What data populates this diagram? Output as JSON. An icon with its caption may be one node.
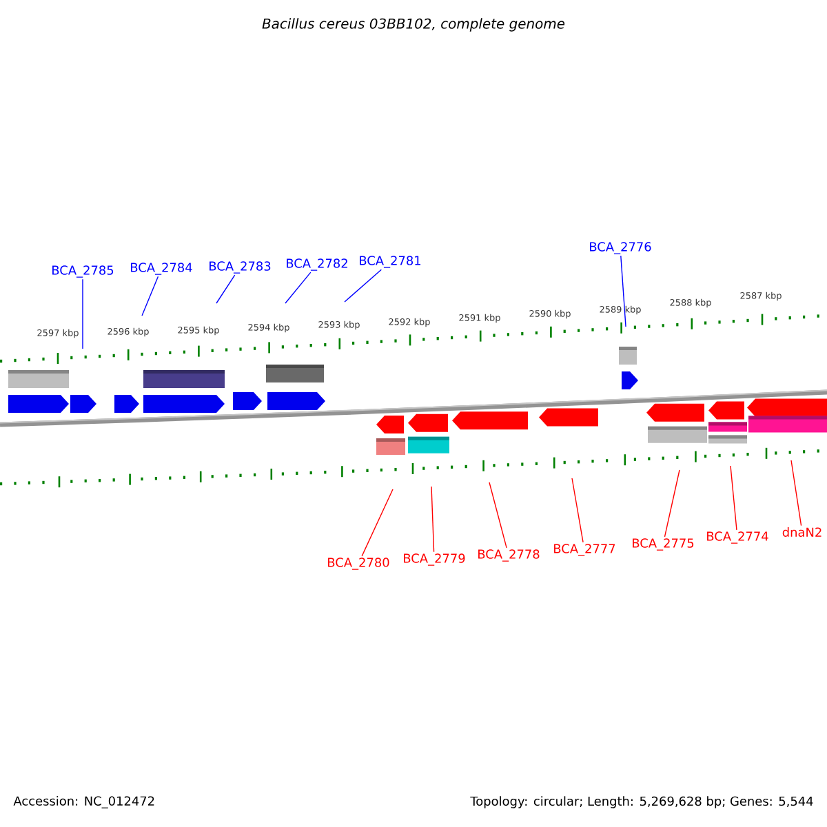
{
  "diagram": {
    "title": "Bacillus cereus 03BB102, complete genome",
    "nodes": [
      {
        "text": [
          "BCA_2785"
        ]
      },
      {
        "text": [
          "BCA_2784"
        ]
      },
      {
        "text": [
          "BCA_2783"
        ]
      },
      {
        "text": [
          "BCA_2782"
        ]
      },
      {
        "text": [
          "BCA_2781"
        ]
      },
      {
        "text": [
          "BCA_2776"
        ]
      },
      {
        "text": [
          "BCA_2780"
        ]
      },
      {
        "text": [
          "BCA_2779"
        ]
      },
      {
        "text": [
          "BCA_2778"
        ]
      },
      {
        "text": [
          "BCA_2777"
        ]
      },
      {
        "text": [
          "BCA_2775"
        ]
      },
      {
        "text": [
          "BCA_2774"
        ]
      },
      {
        "text": [
          "dnaN2"
        ]
      }
    ],
    "edges": [
      {
        "from": 0,
        "to": null,
        "arrow": "none",
        "color": "#0000ff"
      },
      {
        "from": 1,
        "to": null,
        "arrow": "none",
        "color": "#0000ff"
      },
      {
        "from": 2,
        "to": null,
        "arrow": "none",
        "color": "#0000ff"
      },
      {
        "from": 3,
        "to": null,
        "arrow": "none",
        "color": "#0000ff"
      },
      {
        "from": 4,
        "to": null,
        "arrow": "none",
        "color": "#0000ff"
      },
      {
        "from": 5,
        "to": null,
        "arrow": "none",
        "color": "#0000ff"
      },
      {
        "from": 6,
        "to": null,
        "arrow": "none",
        "color": "#ff0000"
      },
      {
        "from": 7,
        "to": null,
        "arrow": "none",
        "color": "#ff0000"
      },
      {
        "from": 8,
        "to": null,
        "arrow": "none",
        "color": "#ff0000"
      },
      {
        "from": 9,
        "to": null,
        "arrow": "none",
        "color": "#ff0000"
      },
      {
        "from": 10,
        "to": null,
        "arrow": "none",
        "color": "#ff0000"
      },
      {
        "from": 11,
        "to": null,
        "arrow": "none",
        "color": "#ff0000"
      },
      {
        "from": 12,
        "to": null,
        "arrow": "none",
        "color": "#ff0000"
      }
    ],
    "labels": [
      "2597 kbp",
      "2596 kbp",
      "2595 kbp",
      "2594 kbp",
      "2593 kbp",
      "2592 kbp",
      "2591 kbp",
      "2590 kbp",
      "2589 kbp",
      "2588 kbp",
      "2587 kbp",
      "Accession: NC_012472",
      "Topology: circular; Length: 5,269,628 bp; Genes: 5,544"
    ]
  }
}
